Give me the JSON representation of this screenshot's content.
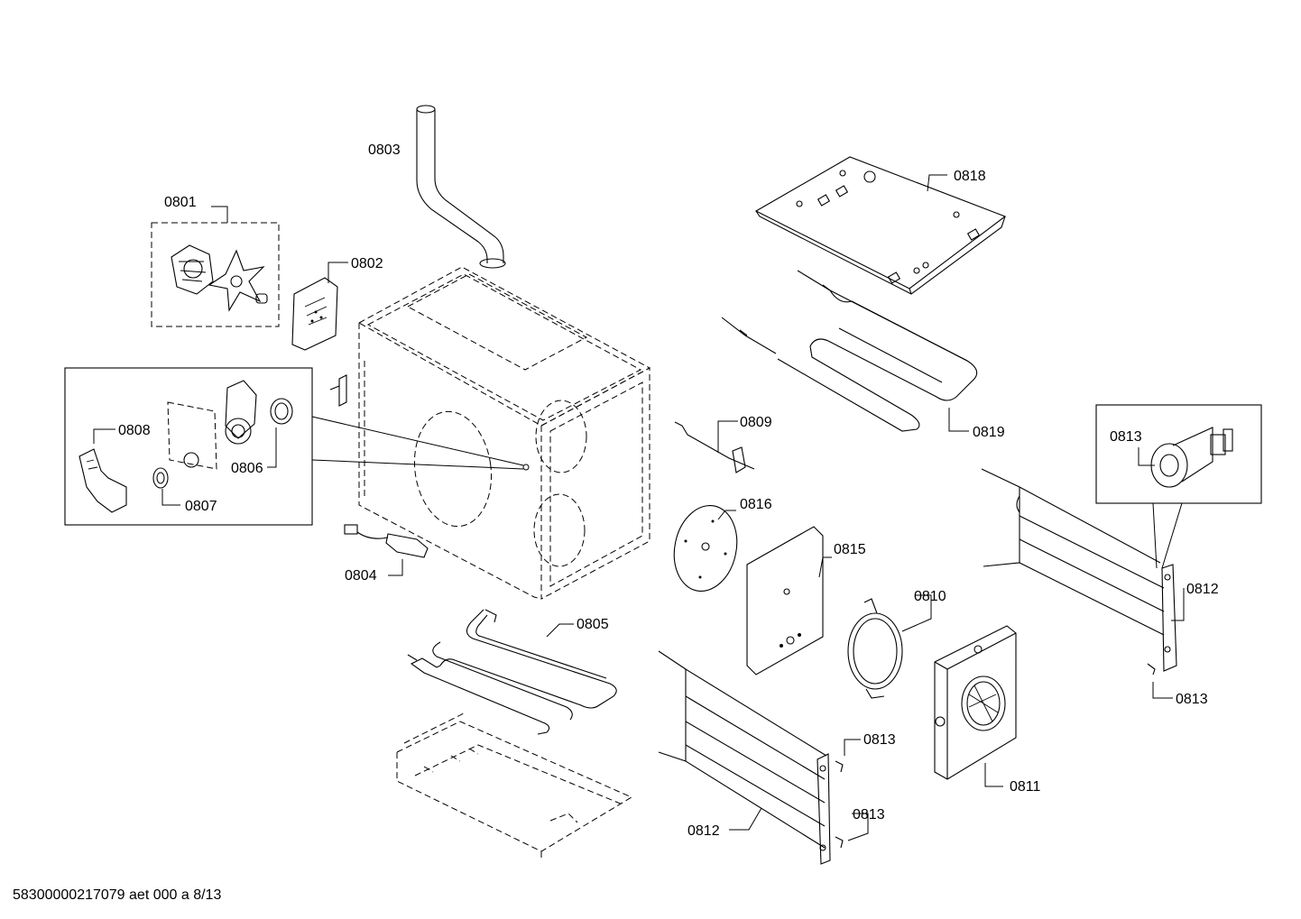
{
  "labels": {
    "p0801": "0801",
    "p0802": "0802",
    "p0803": "0803",
    "p0804": "0804",
    "p0805": "0805",
    "p0806": "0806",
    "p0807": "0807",
    "p0808": "0808",
    "p0809": "0809",
    "p0810": "0810",
    "p0811": "0811",
    "p0812_bottom": "0812",
    "p0812_right": "0812",
    "p0813_inset": "0813",
    "p0813_right": "0813",
    "p0813_mid_top": "0813",
    "p0813_mid_bottom": "0813",
    "p0815": "0815",
    "p0816": "0816",
    "p0818": "0818",
    "p0819": "0819"
  },
  "footer": {
    "doc_id": "58300000217079 aet 000 a 8/13"
  }
}
